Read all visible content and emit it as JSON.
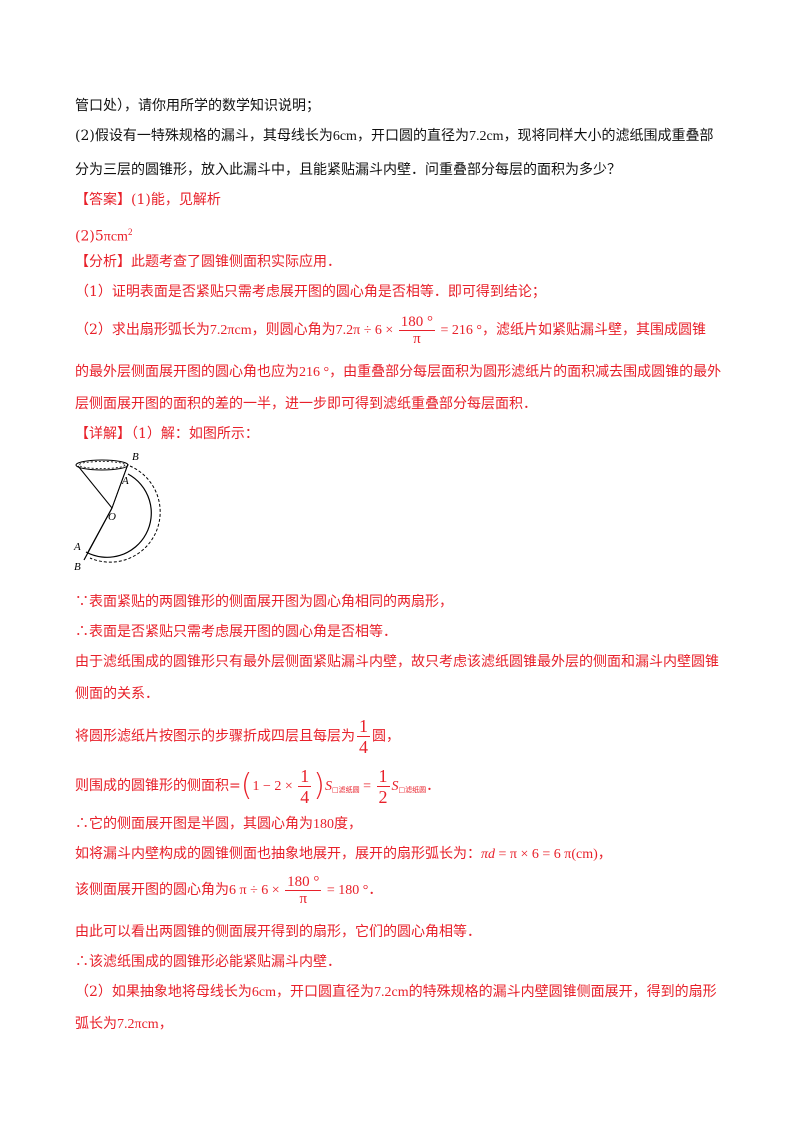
{
  "lines": {
    "l1": "管口处），请你用所学的数学知识说明；",
    "l2a": "(2)假设有一特殊规格的漏斗，其母线长为",
    "l2b": "6",
    "l2c": "cm",
    "l2d": "，开口圆的直径为",
    "l2e": "7.2",
    "l2f": "cm",
    "l2g": "，现将同样大小的滤纸围成重叠部",
    "l3": "分为三层的圆锥形，放入此漏斗中，且能紧贴漏斗内壁．问重叠部分每层的面积为多少？",
    "ans_tag": "【答案】",
    "ans_text": "(1)能，见解析",
    "ans2a": "(2)5",
    "ans2b": "π",
    "ans2c": "cm",
    "ans2d": "2",
    "ana_tag": "【分析】",
    "ana_text": "此题考查了圆锥侧面积实际应用．",
    "ana1": "（1）证明表面是否紧贴只需考虑展开图的圆心角是否相等．即可得到结论；",
    "ana2a": "（2）求出扇形弧长为",
    "ana2b": "7.2",
    "ana2c": "π",
    "ana2d": "cm",
    "ana2e": "，则圆心角为",
    "ana2f": "7.2",
    "ana2g": "π",
    "ana2h": " ÷ 6 × ",
    "ana2num": "180 °",
    "ana2den": "π",
    "ana2i": " = 216 °",
    "ana2j": "，滤纸片如紧贴漏斗壁，其围成圆锥",
    "ana3a": "的最外层侧面展开图的圆心角也应为",
    "ana3b": "216 °",
    "ana3c": "，由重叠部分每层面积为圆形滤纸片的面积减去围成圆锥的最外",
    "ana4": "层侧面展开图的面积的差的一半，进一步即可得到滤纸重叠部分每层面积．",
    "det_tag": "【详解】",
    "det_text": "（1）解：如图所示：",
    "d1": "∵表面紧贴的两圆锥形的侧面展开图为圆心角相同的两扇形，",
    "d2": "∴表面是否紧贴只需考虑展开图的圆心角是否相等．",
    "d3": "由于滤纸围成的圆锥形只有最外层侧面紧贴漏斗内壁，故只考虑该滤纸圆锥最外层的侧面和漏斗内壁圆锥",
    "d4": "侧面的关系．",
    "d5a": "将圆形滤纸片按图示的步骤折成四层且每层为",
    "d5num": "1",
    "d5den": "4",
    "d5b": "圆，",
    "d6a": "则围成的圆锥形的侧面积=",
    "d6b": "1 − 2 × ",
    "d6num": "1",
    "d6den": "4",
    "d6c": "S",
    "d6sub": "□滤纸圆",
    "d6d": " = ",
    "d6num2": "1",
    "d6den2": "2",
    "d6e": "S",
    "d6sub2": "□滤纸圆",
    "d6f": "．",
    "d7a": "∴它的侧面展开图是半圆，其圆心角为",
    "d7b": "180",
    "d7c": "度，",
    "d8a": "如将漏斗内壁构成的圆锥侧面也抽象地展开，展开的扇形弧长为：",
    "d8b": "πd",
    "d8c": " = π × 6 = 6 π",
    "d8d": "(cm)",
    "d8e": "，",
    "d9a": "该侧面展开图的圆心角为",
    "d9b": "6 π ÷ 6 × ",
    "d9num": "180 °",
    "d9den": "π",
    "d9c": " = 180 °",
    "d9d": "．",
    "d10": "由此可以看出两圆锥的侧面展开得到的扇形，它们的圆心角相等．",
    "d11": "∴该滤纸围成的圆锥形必能紧贴漏斗内壁．",
    "d12a": "（2）如果抽象地将母线长为",
    "d12b": "6",
    "d12c": "cm",
    "d12d": "，开口圆直径为",
    "d12e": "7.2",
    "d12f": "cm",
    "d12g": "的特殊规格的漏斗内壁圆锥侧面展开，得到的扇形",
    "d13a": "弧长为",
    "d13b": "7.2",
    "d13c": "π",
    "d13d": "cm",
    "d13e": "，"
  },
  "figure": {
    "label_b_top": "B",
    "label_a_mid": "A",
    "label_o": "O",
    "label_a_low": "A",
    "label_b_low": "B"
  },
  "colors": {
    "answer_red": "#e8202a",
    "text_black": "#111111"
  }
}
